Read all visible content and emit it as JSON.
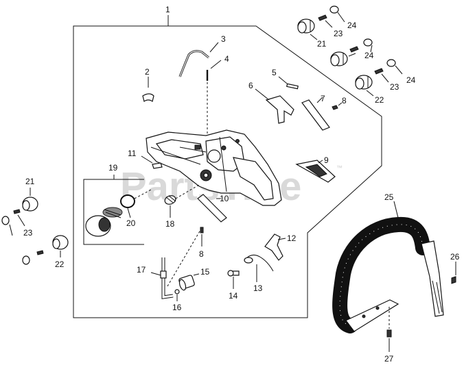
{
  "watermark": {
    "text": "PartsTree",
    "mark": "™"
  },
  "callouts": [
    {
      "id": "c1",
      "label": "1"
    },
    {
      "id": "c2",
      "label": "2"
    },
    {
      "id": "c3",
      "label": "3"
    },
    {
      "id": "c4",
      "label": "4"
    },
    {
      "id": "c5",
      "label": "5"
    },
    {
      "id": "c6",
      "label": "6"
    },
    {
      "id": "c7",
      "label": "7"
    },
    {
      "id": "c8a",
      "label": "8"
    },
    {
      "id": "c8b",
      "label": "8"
    },
    {
      "id": "c9",
      "label": "9"
    },
    {
      "id": "c10",
      "label": "10"
    },
    {
      "id": "c11",
      "label": "11"
    },
    {
      "id": "c12",
      "label": "12"
    },
    {
      "id": "c13",
      "label": "13"
    },
    {
      "id": "c14",
      "label": "14"
    },
    {
      "id": "c15",
      "label": "15"
    },
    {
      "id": "c16",
      "label": "16"
    },
    {
      "id": "c17",
      "label": "17"
    },
    {
      "id": "c18",
      "label": "18"
    },
    {
      "id": "c19",
      "label": "19"
    },
    {
      "id": "c20",
      "label": "20"
    },
    {
      "id": "c21a",
      "label": "21"
    },
    {
      "id": "c21b",
      "label": "21"
    },
    {
      "id": "c22a",
      "label": "22"
    },
    {
      "id": "c22b",
      "label": "22"
    },
    {
      "id": "c23a",
      "label": "23"
    },
    {
      "id": "c23b",
      "label": "23"
    },
    {
      "id": "c23c",
      "label": "23"
    },
    {
      "id": "c24a",
      "label": "24"
    },
    {
      "id": "c24b",
      "label": "24"
    },
    {
      "id": "c24c",
      "label": "24"
    },
    {
      "id": "c25",
      "label": "25"
    },
    {
      "id": "c26",
      "label": "26"
    },
    {
      "id": "c27",
      "label": "27"
    }
  ]
}
